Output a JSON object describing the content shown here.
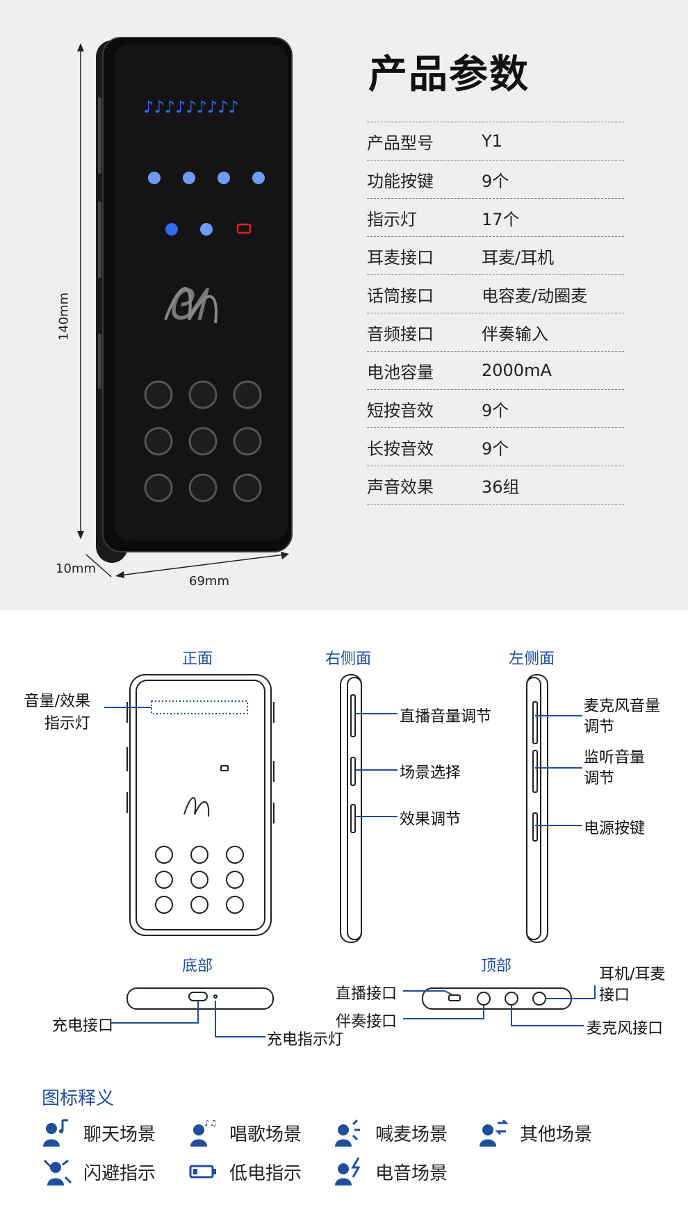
{
  "specs": {
    "title": "产品参数",
    "rows": [
      {
        "k": "产品型号",
        "v": "Y1"
      },
      {
        "k": "功能按键",
        "v": "9个"
      },
      {
        "k": "指示灯",
        "v": "17个"
      },
      {
        "k": "耳麦接口",
        "v": "耳麦/耳机"
      },
      {
        "k": "话筒接口",
        "v": "电容麦/动圈麦"
      },
      {
        "k": "音频接口",
        "v": "伴奏输入"
      },
      {
        "k": "电池容量",
        "v": "2000mA"
      },
      {
        "k": "短按音效",
        "v": "9个"
      },
      {
        "k": "长按音效",
        "v": "9个"
      },
      {
        "k": "声音效果",
        "v": "36组"
      }
    ]
  },
  "dimensions": {
    "height": "140mm",
    "depth": "10mm",
    "width": "69mm"
  },
  "views": {
    "front": "正面",
    "right": "右侧面",
    "left": "左侧面",
    "bottom": "底部",
    "top": "顶部"
  },
  "callouts": {
    "indicator": "音量/效果\n指示灯",
    "live_volume": "直播音量调节",
    "scene_select": "场景选择",
    "effect_adjust": "效果调节",
    "mic_volume": "麦克风音量\n调节",
    "monitor_volume": "监听音量\n调节",
    "power_key": "电源按键",
    "charge_port": "充电接口",
    "charge_led": "充电指示灯",
    "live_port": "直播接口",
    "accomp_port": "伴奏接口",
    "headset_port": "耳机/耳麦\n接口",
    "mic_port": "麦克风接口"
  },
  "legend": {
    "title": "图标释义",
    "items": [
      {
        "label": "聊天场景",
        "icon": "chat-scene-icon"
      },
      {
        "label": "唱歌场景",
        "icon": "sing-scene-icon"
      },
      {
        "label": "喊麦场景",
        "icon": "shout-scene-icon"
      },
      {
        "label": "其他场景",
        "icon": "other-scene-icon"
      },
      {
        "label": "闪避指示",
        "icon": "dodge-indicator-icon"
      },
      {
        "label": "低电指示",
        "icon": "low-battery-icon"
      },
      {
        "label": "电音场景",
        "icon": "electro-scene-icon"
      }
    ]
  },
  "colors": {
    "accent": "#1f4e9c",
    "led_blue": "#2f6cf0",
    "led_red": "#e02020",
    "device": "#0b0b0d"
  }
}
